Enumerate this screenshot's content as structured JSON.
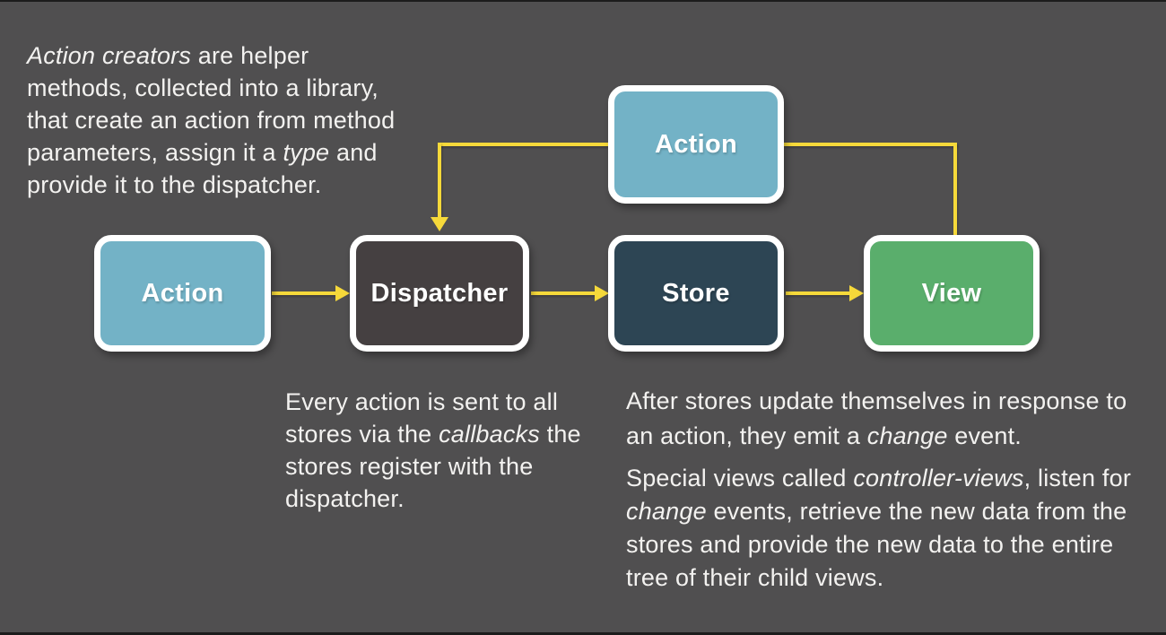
{
  "colors": {
    "background": "#504f50",
    "arrow_yellow": "#f6d93a",
    "text": "#f3f2f0",
    "box_border": "#ffffff",
    "action_blue": "#73b2c6",
    "dispatcher_gray": "#454041",
    "store_navy": "#2d4554",
    "view_green": "#5aae6c"
  },
  "boxes": {
    "action_top": {
      "label": "Action"
    },
    "action": {
      "label": "Action"
    },
    "dispatcher": {
      "label": "Dispatcher"
    },
    "store": {
      "label": "Store"
    },
    "view": {
      "label": "View"
    }
  },
  "notes": {
    "action_creators": {
      "lines": [
        [
          {
            "t": "Action creators",
            "i": true
          },
          {
            "t": " are helper"
          }
        ],
        [
          {
            "t": "methods, collected into a library,"
          }
        ],
        [
          {
            "t": "that create an action from method"
          }
        ],
        [
          {
            "t": "parameters, assign it a "
          },
          {
            "t": "type",
            "i": true
          },
          {
            "t": " and"
          }
        ],
        [
          {
            "t": "provide it to the dispatcher."
          }
        ]
      ]
    },
    "every_action": {
      "lines": [
        [
          {
            "t": "Every action is sent to all"
          }
        ],
        [
          {
            "t": "stores via the "
          },
          {
            "t": "callbacks",
            "i": true
          },
          {
            "t": " the"
          }
        ],
        [
          {
            "t": "stores register with the"
          }
        ],
        [
          {
            "t": "dispatcher."
          }
        ]
      ]
    },
    "after_stores": {
      "lines": [
        [
          {
            "t": "After stores update themselves in response to"
          }
        ],
        [
          {
            "t": "an action, they emit a "
          },
          {
            "t": "change",
            "i": true
          },
          {
            "t": " event."
          }
        ]
      ]
    },
    "special_views": {
      "lines": [
        [
          {
            "t": "Special views called "
          },
          {
            "t": "controller-views",
            "i": true
          },
          {
            "t": ", listen for"
          }
        ],
        [
          {
            "t": "change",
            "i": true
          },
          {
            "t": " events, retrieve the new data from the"
          }
        ],
        [
          {
            "t": "stores and provide the new data to the entire"
          }
        ],
        [
          {
            "t": "tree of their child views."
          }
        ]
      ]
    }
  }
}
